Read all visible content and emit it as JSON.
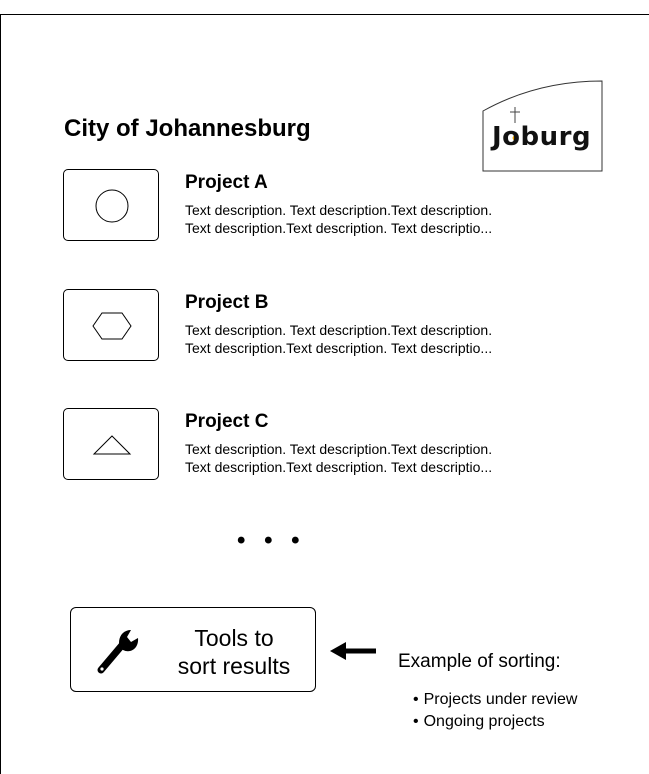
{
  "page": {
    "title": "City of Johannesburg"
  },
  "logo": {
    "text": "Joburg"
  },
  "projects": [
    {
      "title": "Project A",
      "icon": "circle-icon",
      "description": [
        "Text description. Text description.Text description.",
        "Text description.Text description. Text descriptio..."
      ]
    },
    {
      "title": "Project B",
      "icon": "hexagon-icon",
      "description": [
        "Text description. Text description.Text description.",
        "Text description.Text description. Text descriptio..."
      ]
    },
    {
      "title": "Project C",
      "icon": "triangle-icon",
      "description": [
        "Text description. Text description.Text description.",
        "Text description.Text description. Text descriptio..."
      ]
    }
  ],
  "more_indicator": "• • •",
  "tools": {
    "label_line1": "Tools to",
    "label_line2": "sort results",
    "icon": "wrench-icon"
  },
  "sorting": {
    "heading": "Example of sorting:",
    "options": [
      "Projects under review",
      "Ongoing projects"
    ]
  }
}
